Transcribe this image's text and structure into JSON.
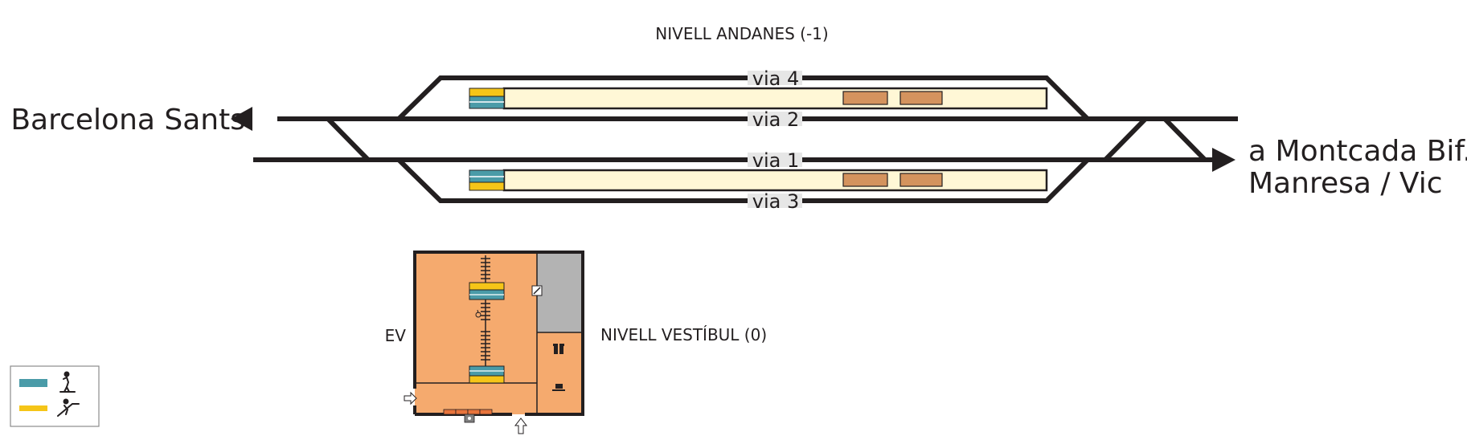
{
  "level_platforms": "NIVELL ANDANES (-1)",
  "level_lobby": "NIVELL VESTÍBUL (0)",
  "exit_label": "EV",
  "direction_left": "a Barcelona Sants",
  "direction_right_line1": "a Montcada Bif./",
  "direction_right_line2": "Manresa / Vic",
  "tracks": {
    "via4": "via 4",
    "via2": "via 2",
    "via1": "via 1",
    "via3": "via 3"
  },
  "legend": [
    {
      "icon": "elevator-icon",
      "color": "#4a9ba8"
    },
    {
      "icon": "escalator-icon",
      "color": "#f5c518"
    }
  ],
  "colors": {
    "track": "#231f20",
    "platform": "#fff7d6",
    "shelter": "#d4935e",
    "lobby": "#f5aa6e",
    "service_area": "#b3b3b3",
    "elevator": "#4a9ba8",
    "escalator": "#f5c518"
  }
}
